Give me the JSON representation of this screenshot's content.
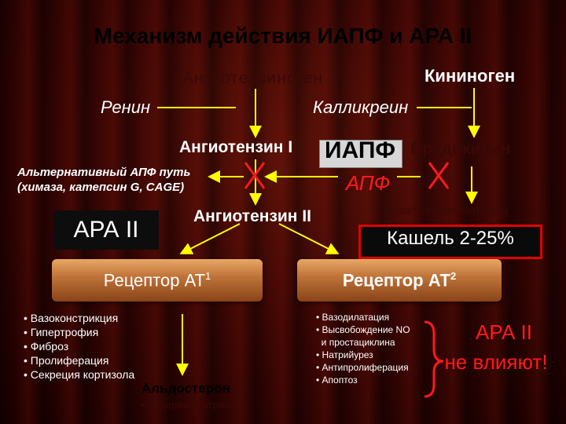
{
  "title": "Механизм действия ИАПФ  и АРА II",
  "nodes": {
    "angiotensinogen": "Ангиотензиноген",
    "kininogen": "Кининоген",
    "renin": "Ренин",
    "kallikrein": "Калликреин",
    "angiotensin1": "Ангиотензин I",
    "iapf": "ИАПФ",
    "bradykinin": "Брадикинин",
    "alt_path_line1": "Альтернативный АПФ путь",
    "alt_path_line2": "(химаза, катепсин G, CAGE)",
    "apf": "АПФ",
    "ara2": "АРА II",
    "angiotensin2": "Ангиотензин II",
    "inactive_peptides": "Неактивные пептиды",
    "cough": "Кашель  2-25%",
    "receptor_at1": "Рецептор АТ",
    "receptor_at1_sup": "1",
    "receptor_at2": "Рецептор АТ",
    "receptor_at2_sup": "2",
    "aldosterone": "Альдостерон",
    "ara_note_line1": "АРА II",
    "ara_note_line2": "не влияют!"
  },
  "at1_effects": [
    "Вазоконстрикция",
    "Гипертрофия",
    "Фиброз",
    "Пролиферация",
    "Секреция кортизола"
  ],
  "at2_effects": [
    "Вазодилатация",
    "Высвобождение NO",
    "и простациклина",
    "Натрийурез",
    "Антипролиферация",
    "Апоптоз"
  ],
  "aldosterone_effect": "Задержка натрия",
  "colors": {
    "arrow": "#ffff00",
    "block": "#e00000",
    "text": "#ffffff"
  }
}
